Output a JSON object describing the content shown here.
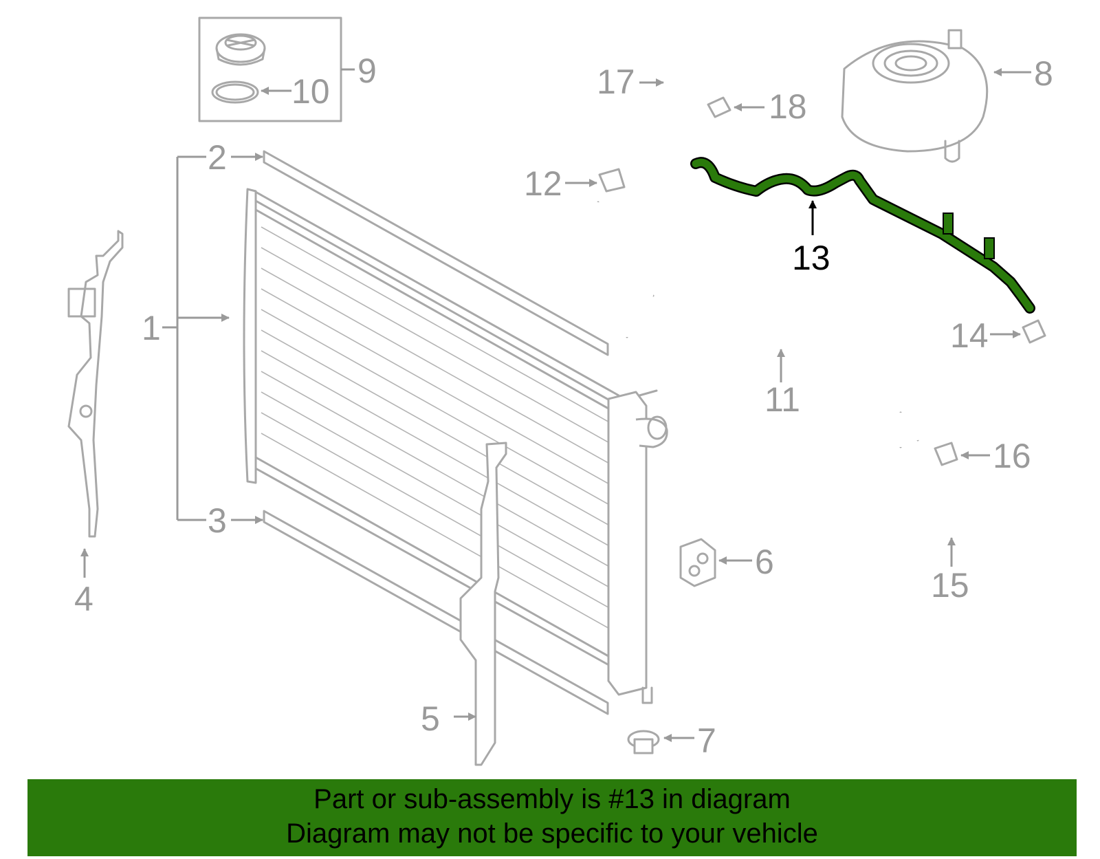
{
  "colors": {
    "highlight_part": "#2a7a0b",
    "banner_background": "#2a7a0b",
    "part_outline": "#a8a8a8",
    "callout_text": "#9a9a9a"
  },
  "callouts": [
    "1",
    "2",
    "3",
    "4",
    "5",
    "6",
    "7",
    "8",
    "9",
    "10",
    "11",
    "12",
    "13",
    "14",
    "15",
    "16",
    "17",
    "18"
  ],
  "highlighted_callout": "13",
  "banner": {
    "line1": "Part or sub-assembly is #13 in diagram",
    "line2": "Diagram may not be specific to your vehicle"
  }
}
